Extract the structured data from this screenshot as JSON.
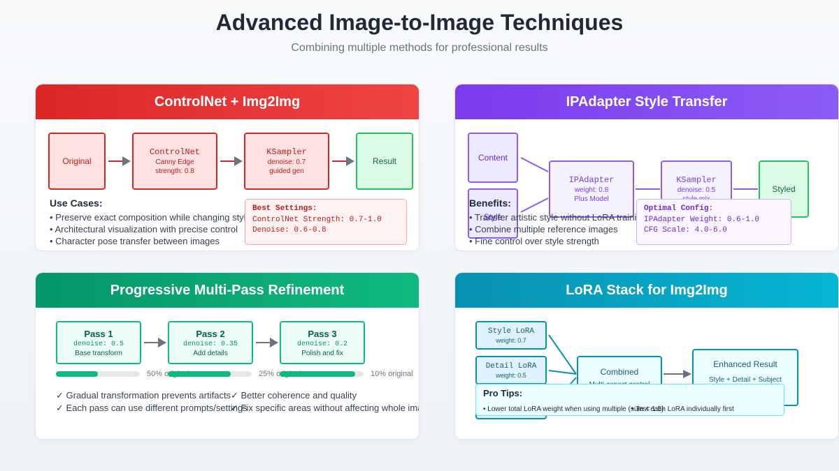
{
  "header": {
    "title": "Advanced Image-to-Image Techniques",
    "subtitle": "Combining multiple methods for professional results"
  },
  "controlnet": {
    "title": "ControlNet + Img2Img",
    "nodes": {
      "original": "Original",
      "controlnet_name": "ControlNet",
      "controlnet_l1": "Canny Edge",
      "controlnet_l2": "strength: 0.8",
      "ksampler_name": "KSampler",
      "ksampler_l1": "denoise: 0.7",
      "ksampler_l2": "guided gen",
      "result": "Result"
    },
    "use_cases_title": "Use Cases:",
    "use_cases": [
      "• Preserve exact composition while changing style",
      "• Architectural visualization with precise control",
      "• Character pose transfer between images"
    ],
    "settings_title": "Best Settings:",
    "settings": [
      "ControlNet Strength: 0.7-1.0",
      "Denoise: 0.6-0.8"
    ]
  },
  "ipadapter": {
    "title": "IPAdapter Style Transfer",
    "nodes": {
      "content": "Content",
      "style": "Style",
      "ipa_name": "IPAdapter",
      "ipa_l1": "weight: 0.8",
      "ipa_l2": "Plus Model",
      "ks_name": "KSampler",
      "ks_l1": "denoise: 0.5",
      "ks_l2": "style mix",
      "styled": "Styled"
    },
    "benefits_title": "Benefits:",
    "benefits": [
      "• Transfer artistic style without LoRA training",
      "• Combine multiple reference images",
      "• Fine control over style strength"
    ],
    "config_title": "Optimal Config:",
    "config": [
      "IPAdapter Weight: 0.6-1.0",
      "CFG Scale: 4.0-6.0"
    ]
  },
  "multipass": {
    "title": "Progressive Multi-Pass Refinement",
    "passes": [
      {
        "name": "Pass 1",
        "param": "denoise: 0.5",
        "desc": "Base transform",
        "progress": 0.5,
        "label": "50% original"
      },
      {
        "name": "Pass 2",
        "param": "denoise: 0.35",
        "desc": "Add details",
        "progress": 0.75,
        "label": "25% original"
      },
      {
        "name": "Pass 3",
        "param": "denoise: 0.2",
        "desc": "Polish and fix",
        "progress": 0.9,
        "label": "10% original"
      }
    ],
    "benefits_left": [
      "✓ Gradual transformation prevents artifacts",
      "✓ Each pass can use different prompts/settings"
    ],
    "benefits_right": [
      "✓ Better coherence and quality",
      "✓ Fix specific areas without affecting whole image"
    ]
  },
  "lora": {
    "title": "LoRA Stack for Img2Img",
    "style_lora_name": "Style LoRA",
    "style_lora_weight": "weight: 0.7",
    "detail_lora_name": "Detail LoRA",
    "detail_lora_weight": "weight: 0.5",
    "combined_title": "Combined",
    "combined_sub": "Multi-aspect control",
    "result_title": "Enhanced Result",
    "result_sub": "Style + Detail + Subject",
    "tips_title": "Pro Tips:",
    "tip_left": "• Lower total LoRA weight when using multiple (sum < 1.5)",
    "tip_right": "• Test each LoRA individually first"
  }
}
